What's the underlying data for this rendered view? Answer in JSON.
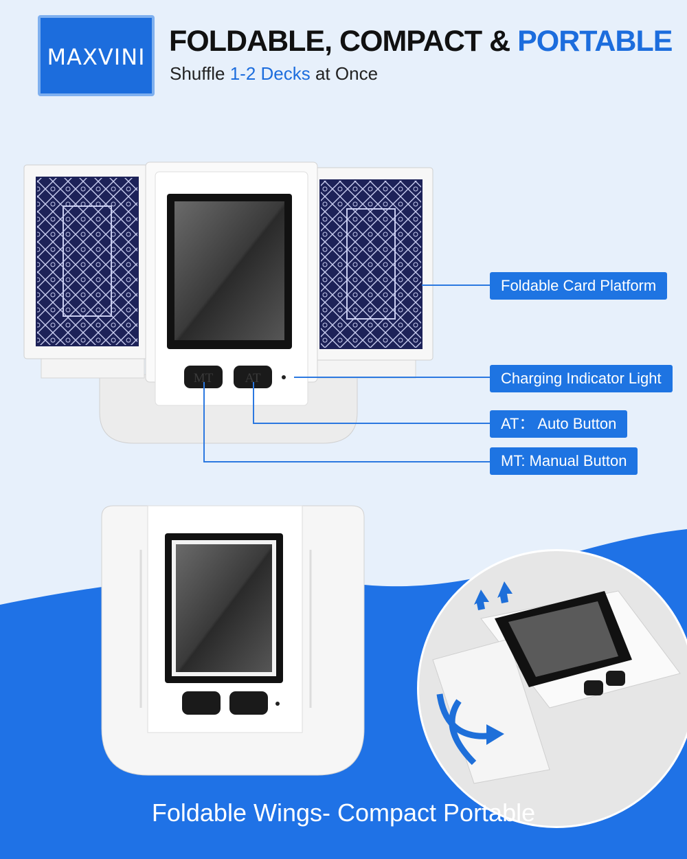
{
  "brand": {
    "logo_text": "MAXVINI"
  },
  "header": {
    "title_part1": "FOLDABLE, COMPACT & ",
    "title_part2": "PORTABLE",
    "subtitle_part1": "Shuffle ",
    "subtitle_part2": "1-2 Decks",
    "subtitle_part3": " at Once"
  },
  "device_buttons": {
    "mt": "MT",
    "at": "AT"
  },
  "callouts": {
    "card_platform": "Foldable Card Platform",
    "charging_light": "Charging Indicator Light",
    "auto_button": "AT： Auto Button",
    "manual_button": "MT: Manual Button"
  },
  "caption": "Foldable Wings- Compact Portable",
  "colors": {
    "accent": "#1c6ddd",
    "callout_bg": "#1e74e2",
    "card_back": "#1d2258",
    "bg_light": "#e7f0fb"
  }
}
